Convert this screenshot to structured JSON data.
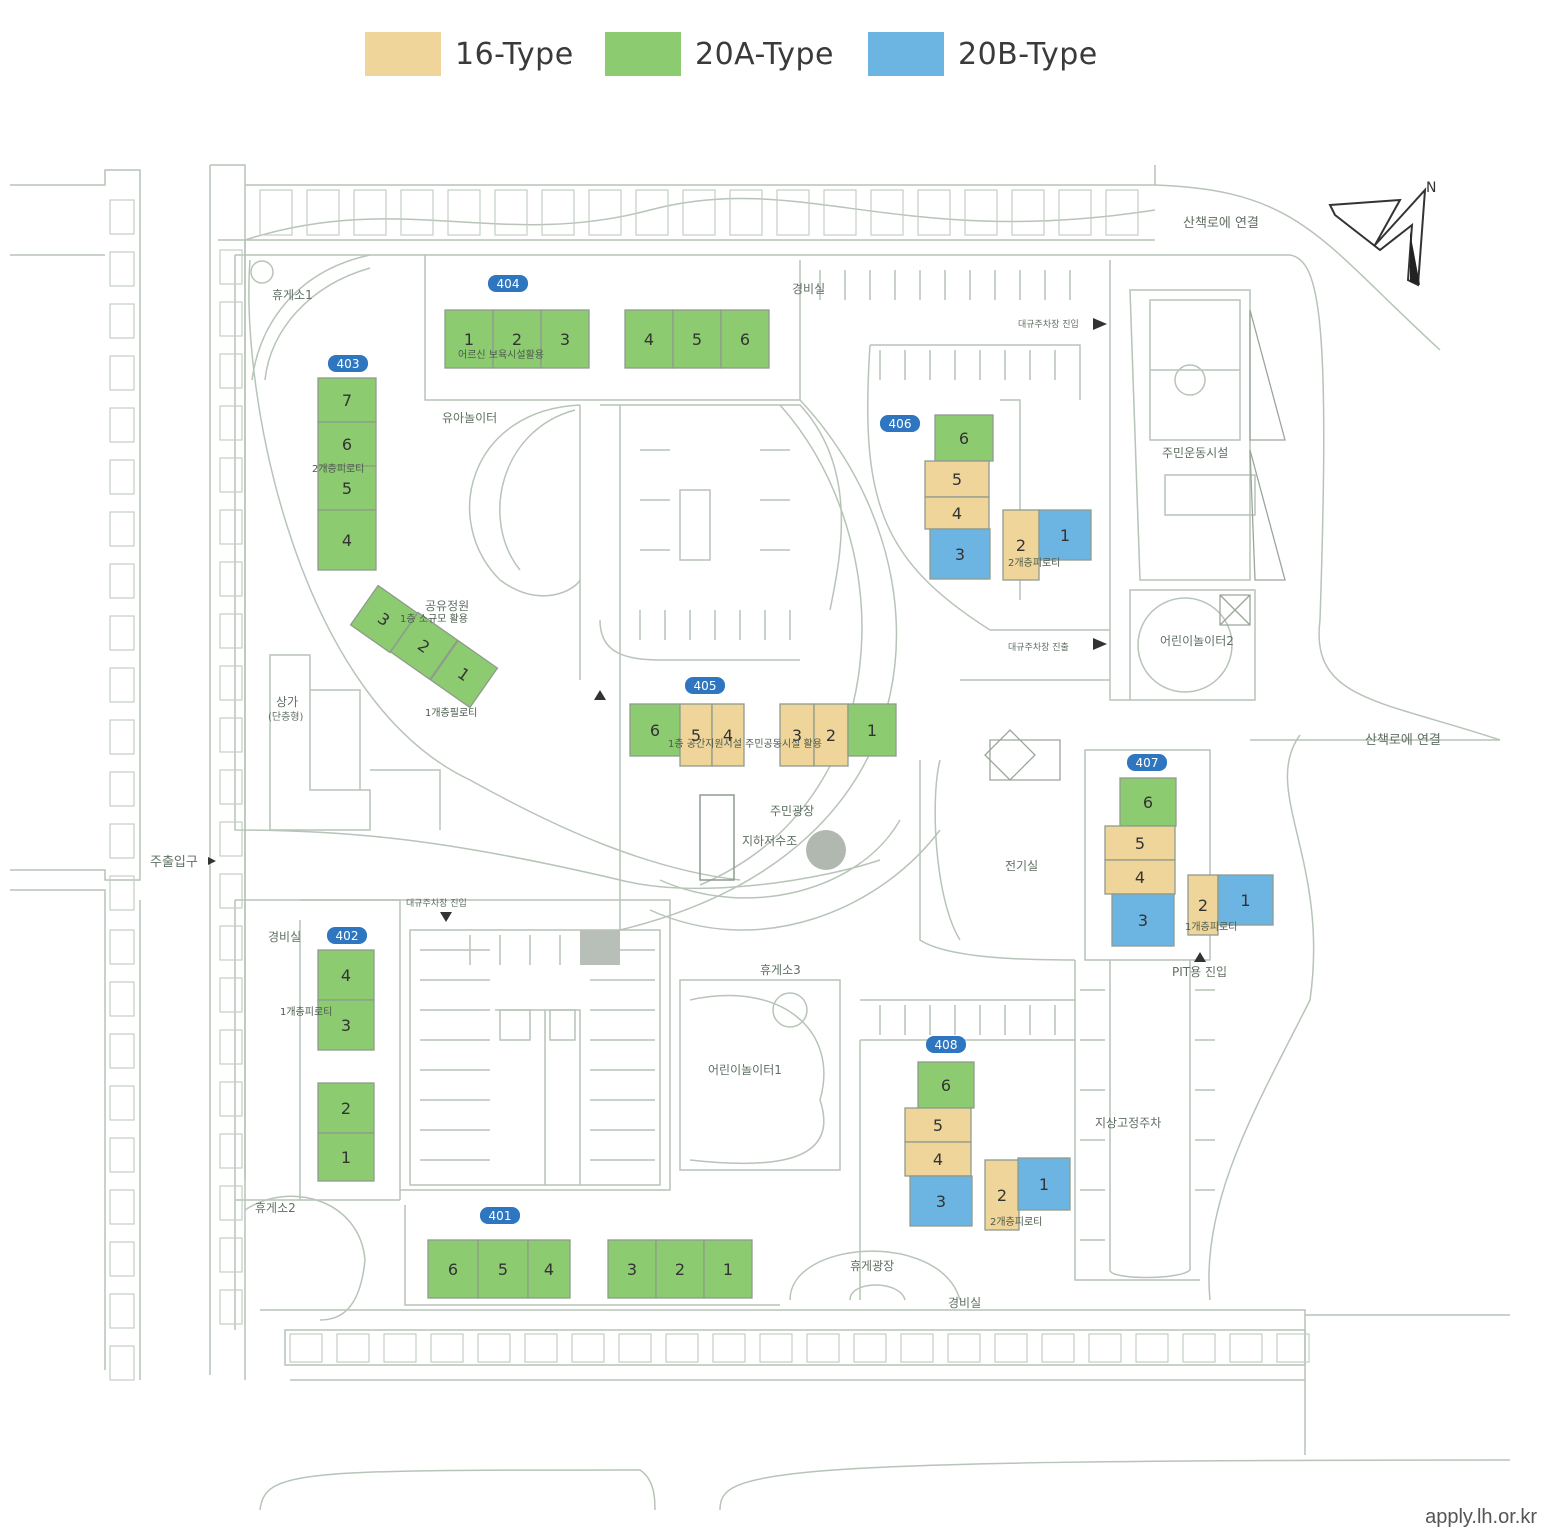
{
  "legend": [
    {
      "label": "16-Type",
      "color": "#f0d59a"
    },
    {
      "label": "20A-Type",
      "color": "#8ccb70"
    },
    {
      "label": "20B-Type",
      "color": "#6cb4e2"
    }
  ],
  "colors": {
    "line": "#b7c4b7",
    "dark": "#8e9b8e",
    "badge": "#2f76c0",
    "label": "#5f6f63"
  },
  "north_marker": "N",
  "buildings": [
    {
      "id": "404",
      "units": [
        {
          "n": "1",
          "t": "A"
        },
        {
          "n": "2",
          "t": "A"
        },
        {
          "n": "3",
          "t": "A"
        },
        {
          "n": "4",
          "t": "A"
        },
        {
          "n": "5",
          "t": "A"
        },
        {
          "n": "6",
          "t": "A"
        }
      ],
      "note": "어르신 보육시설활용"
    },
    {
      "id": "403",
      "units": [
        {
          "n": "7",
          "t": "A"
        },
        {
          "n": "6",
          "t": "A"
        },
        {
          "n": "5",
          "t": "A"
        },
        {
          "n": "4",
          "t": "A"
        },
        {
          "n": "3",
          "t": "A"
        },
        {
          "n": "2",
          "t": "A"
        },
        {
          "n": "1",
          "t": "A"
        }
      ],
      "note": "2개층피로티",
      "note2": "1층 소규모 활용",
      "note3": "1개층필로티"
    },
    {
      "id": "406",
      "units": [
        {
          "n": "6",
          "t": "A"
        },
        {
          "n": "5",
          "t": "16"
        },
        {
          "n": "4",
          "t": "16"
        },
        {
          "n": "3",
          "t": "B"
        },
        {
          "n": "2",
          "t": "16"
        },
        {
          "n": "1",
          "t": "B"
        }
      ],
      "note": "2개층피로티"
    },
    {
      "id": "405",
      "units": [
        {
          "n": "6",
          "t": "A"
        },
        {
          "n": "5",
          "t": "16"
        },
        {
          "n": "4",
          "t": "16"
        },
        {
          "n": "3",
          "t": "16"
        },
        {
          "n": "2",
          "t": "16"
        },
        {
          "n": "1",
          "t": "A"
        }
      ],
      "note": "1층 공간지원시설 주민공동시설 활용"
    },
    {
      "id": "407",
      "units": [
        {
          "n": "6",
          "t": "A"
        },
        {
          "n": "5",
          "t": "16"
        },
        {
          "n": "4",
          "t": "16"
        },
        {
          "n": "3",
          "t": "B"
        },
        {
          "n": "2",
          "t": "16"
        },
        {
          "n": "1",
          "t": "B"
        }
      ],
      "note": "1개층피로티"
    },
    {
      "id": "402",
      "units": [
        {
          "n": "4",
          "t": "A"
        },
        {
          "n": "3",
          "t": "A"
        },
        {
          "n": "2",
          "t": "A"
        },
        {
          "n": "1",
          "t": "A"
        }
      ],
      "note": "1개층피로티"
    },
    {
      "id": "408",
      "units": [
        {
          "n": "6",
          "t": "A"
        },
        {
          "n": "5",
          "t": "16"
        },
        {
          "n": "4",
          "t": "16"
        },
        {
          "n": "3",
          "t": "B"
        },
        {
          "n": "2",
          "t": "16"
        },
        {
          "n": "1",
          "t": "B"
        }
      ],
      "note": "2개층피로티"
    },
    {
      "id": "401",
      "units": [
        {
          "n": "6",
          "t": "A"
        },
        {
          "n": "5",
          "t": "A"
        },
        {
          "n": "4",
          "t": "A"
        },
        {
          "n": "3",
          "t": "A"
        },
        {
          "n": "2",
          "t": "A"
        },
        {
          "n": "1",
          "t": "A"
        }
      ]
    }
  ],
  "labels": {
    "trail_top": "산책로에 연결",
    "trail_right": "산책로에 연결",
    "rest1": "휴게소1",
    "rest2": "휴게소2",
    "rest3": "휴게소3",
    "guard_top": "경비실",
    "guard_left": "경비실",
    "guard_bottom": "경비실",
    "toddler_play": "유아놀이터",
    "kids_play1": "어린이놀이터1",
    "kids_play2": "어린이놀이터2",
    "resident_sports": "주민운동시설",
    "resident_plaza": "주민광장",
    "water_tank": "지하저수조",
    "electric_room": "전기실",
    "shops": "상가",
    "shops_sub": "(단층형)",
    "main_entrance": "주출입구",
    "pits_entry": "PIT용 진입",
    "shared_garden": "공유정원",
    "parking_ramp_in": "대규주차장 진입",
    "parking_ramp_out": "대규주차장 진출",
    "parking_exit": "대규주차장 진입",
    "parking_lot": "지상고정주차",
    "rest_plaza": "휴게광장",
    "credit": "apply.lh.or.kr"
  }
}
